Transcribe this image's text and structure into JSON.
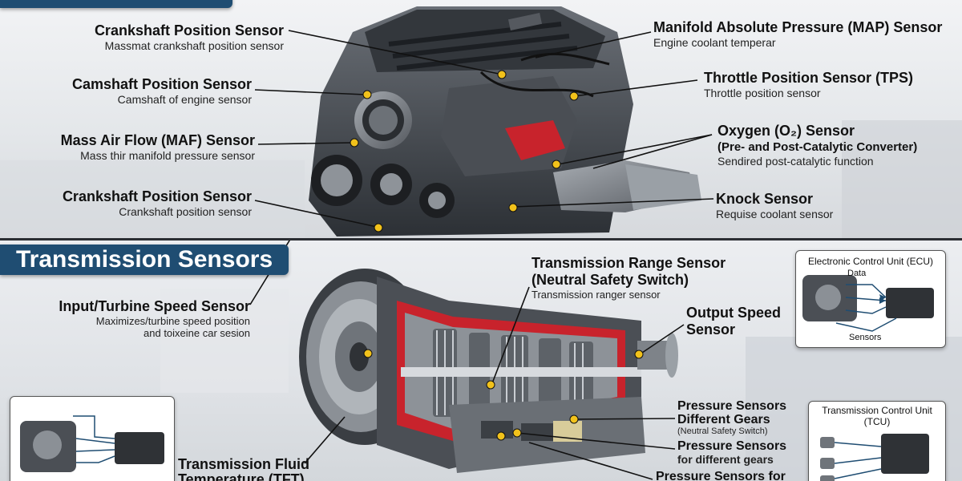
{
  "engine": {
    "callouts": [
      {
        "id": "crank1",
        "title": "Crankshaft Position Sensor",
        "sub": "Massmat crankshaft position sensor"
      },
      {
        "id": "cam",
        "title": "Camshaft Position Sensor",
        "sub": "Camshaft of engine sensor"
      },
      {
        "id": "maf",
        "title": "Mass Air Flow (MAF) Sensor",
        "sub": "Mass thir manifold pressure sensor"
      },
      {
        "id": "crank2",
        "title": "Crankshaft Position Sensor",
        "sub": "Crankshaft position sensor"
      },
      {
        "id": "map",
        "title": "Manifold Absolute Pressure (MAP) Sensor",
        "sub": "Engine coolant temperar"
      },
      {
        "id": "tps",
        "title": "Throttle Position Sensor (TPS)",
        "sub": "Throttle position sensor"
      },
      {
        "id": "o2",
        "title": "Oxygen (O₂) Sensor",
        "title2": "(Pre- and Post-Catalytic Converter)",
        "sub": "Sendired post-catalytic function"
      },
      {
        "id": "knock",
        "title": "Knock Sensor",
        "sub": "Requise coolant sensor"
      }
    ]
  },
  "transmission": {
    "section_title": "Transmission Sensors",
    "callouts": [
      {
        "id": "turbine",
        "title": "Input/Turbine Speed Sensor",
        "sub": "Maximizes/turbine speed position",
        "sub2": "and toixeine car sesion"
      },
      {
        "id": "range",
        "title": "Transmission Range Sensor",
        "title2": "(Neutral Safety Switch)",
        "sub": "Transmission ranger sensor"
      },
      {
        "id": "output",
        "title": "Output Speed",
        "title2": "Sensor"
      },
      {
        "id": "press1",
        "title": "Pressure Sensors",
        "title2": "Different Gears",
        "sub": "(Neutral Safety Switch)"
      },
      {
        "id": "press2",
        "title": "Pressure Sensors",
        "title2": "for different gears"
      },
      {
        "id": "press3",
        "title": "Pressure Sensors for"
      },
      {
        "id": "tft",
        "title": "Transmission Fluid",
        "title2": "Temperature (TFT)"
      }
    ]
  },
  "ecu_inset": {
    "title": "Electronic Control Unit (ECU)",
    "data_label": "Data",
    "sensors_label": "Sensors"
  },
  "tcu_inset": {
    "title": "Transmission Control Unit",
    "title2": "(TCU)"
  },
  "colors": {
    "accent": "#1f4d72",
    "marker": "#f2c21b",
    "cutaway": "#c8232c"
  }
}
